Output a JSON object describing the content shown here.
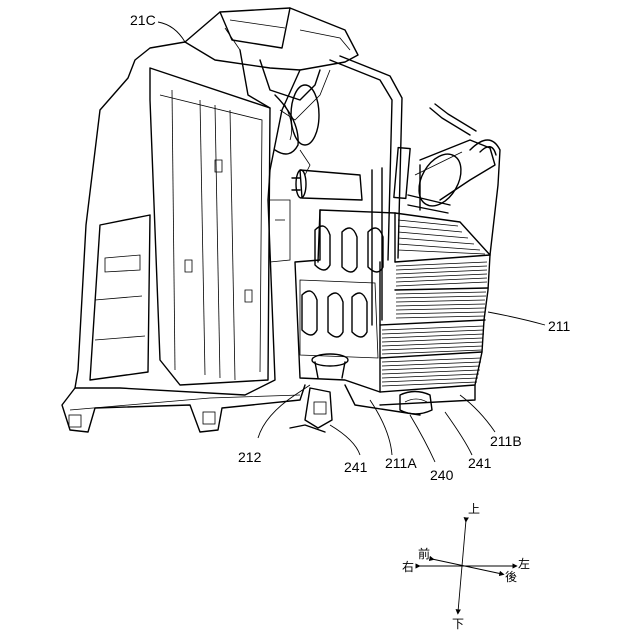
{
  "labels": {
    "l21C": "21C",
    "l211": "211",
    "l211B": "211B",
    "l212": "212",
    "l241a": "241",
    "l211A": "211A",
    "l240": "240",
    "l241b": "241"
  },
  "compass": {
    "up": "上",
    "down": "下",
    "front": "前",
    "right": "右",
    "left": "左",
    "rear": "後"
  }
}
